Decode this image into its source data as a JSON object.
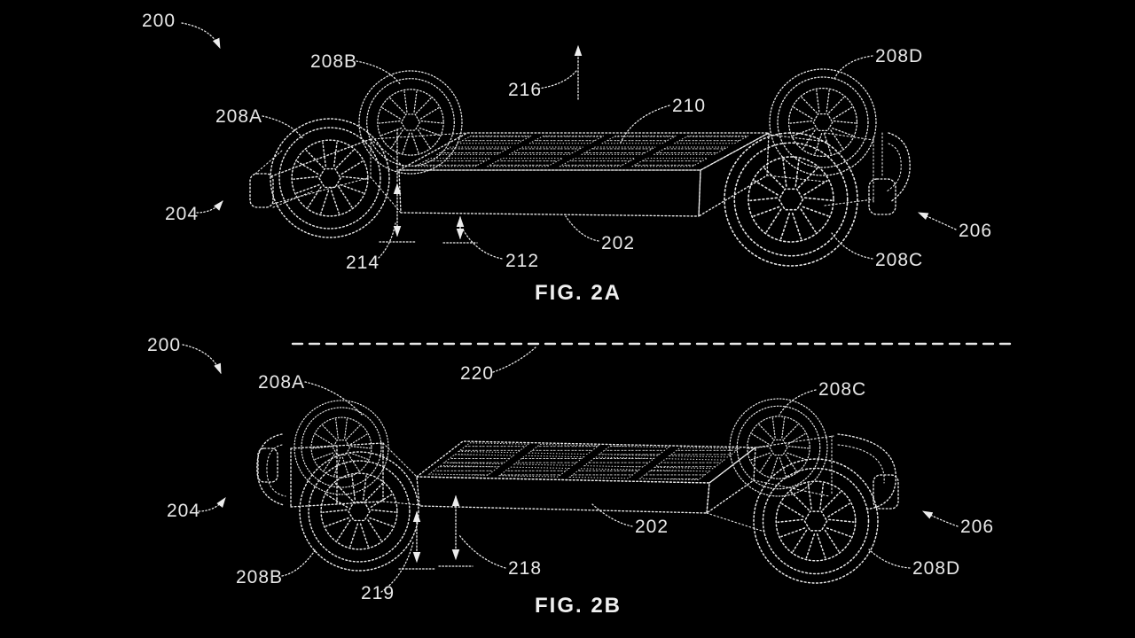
{
  "sheet": {
    "background_color": "#000000",
    "line_color": "#ececec",
    "text_color": "#e8e8e8",
    "drawing_style": "stippled-patent-line-art"
  },
  "fig2a": {
    "caption": "FIG. 2A",
    "labels": {
      "n200": "200",
      "n202": "202",
      "n204": "204",
      "n206": "206",
      "n208a": "208A",
      "n208b": "208B",
      "n208c": "208C",
      "n208d": "208D",
      "n210": "210",
      "n212": "212",
      "n214": "214",
      "n216": "216"
    }
  },
  "fig2b": {
    "caption": "FIG. 2B",
    "labels": {
      "n200": "200",
      "n202": "202",
      "n204": "204",
      "n206": "206",
      "n208a": "208A",
      "n208b": "208B",
      "n208c": "208C",
      "n208d": "208D",
      "n218": "218",
      "n219": "219",
      "n220": "220"
    }
  }
}
